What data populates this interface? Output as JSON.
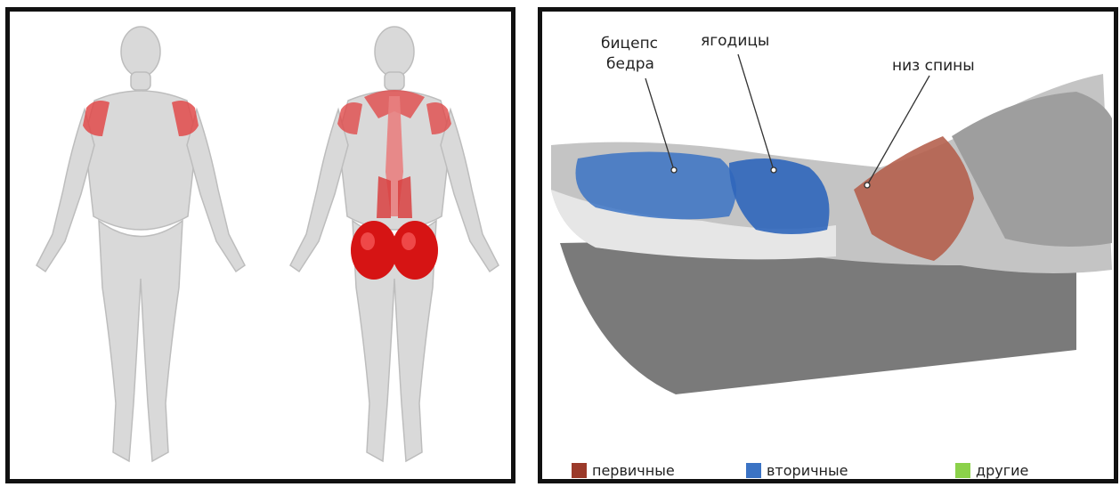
{
  "labels": {
    "hamstring_line1": "бицепс",
    "hamstring_line2": "бедра",
    "glutes": "ягодицы",
    "lower_back": "низ спины"
  },
  "legend": [
    {
      "label": "первичные",
      "color": "#9b3a2a"
    },
    {
      "label": "вторичные",
      "color": "#3b73c4"
    },
    {
      "label": "другие",
      "color": "#8bd14a"
    }
  ],
  "colors": {
    "body": "#d9d9d9",
    "body_dark": "#b8b8b8",
    "primary_highlight": "#e04a4a",
    "glutes_highlight": "#d61414",
    "mat": "#7a7a7a"
  }
}
